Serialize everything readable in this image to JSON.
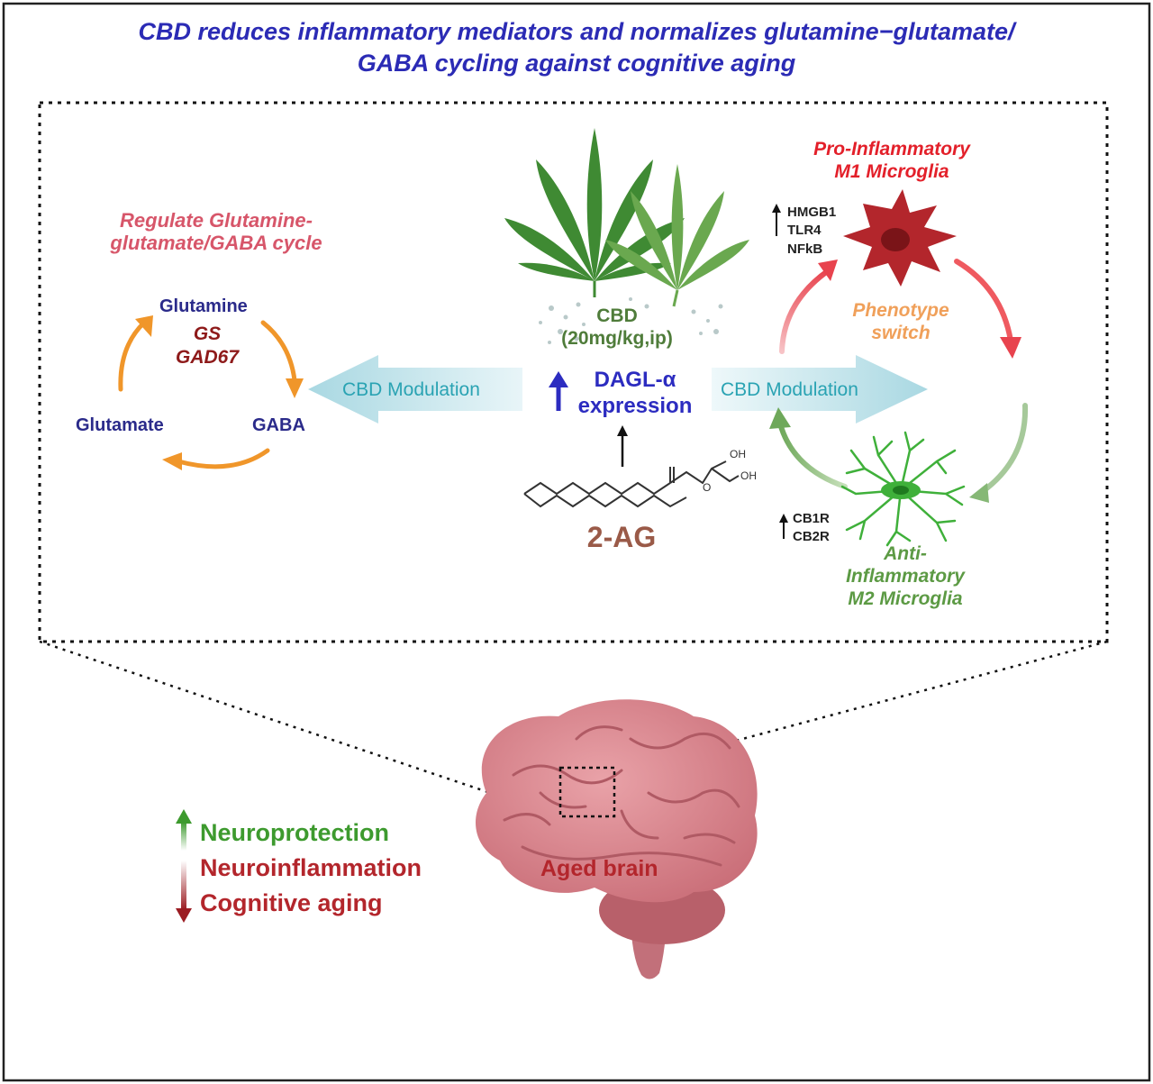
{
  "title": {
    "line1": "CBD reduces inflammatory mediators and normalizes glutamine−glutamate/",
    "line2": "GABA cycling against cognitive aging"
  },
  "cycle": {
    "heading_line1": "Regulate Glutamine-",
    "heading_line2": "glutamate/GABA cycle",
    "glutamine": "Glutamine",
    "gaba": "GABA",
    "glutamate": "Glutamate",
    "enzyme1": "GS",
    "enzyme2": "GAD67"
  },
  "modulation": {
    "left_label": "CBD Modulation",
    "right_label": "CBD Modulation"
  },
  "center": {
    "cbd_line1": "CBD",
    "cbd_line2": "(20mg/kg,ip)",
    "dagl_line1": "DAGL-α",
    "dagl_line2": "expression",
    "molecule_oh1": "OH",
    "molecule_oh2": "OH",
    "molecule_o": "O",
    "ag": "2-AG"
  },
  "microglia": {
    "m1_line1": "Pro-Inflammatory",
    "m1_line2": "M1 Microglia",
    "m1_markers": [
      "HMGB1",
      "TLR4",
      "NFkB"
    ],
    "switch_line1": "Phenotype",
    "switch_line2": "switch",
    "m2_markers": [
      "CB1R",
      "CB2R"
    ],
    "m2_line1": "Anti-",
    "m2_line2": "Inflammatory",
    "m2_line3": "M2 Microglia"
  },
  "outcomes": {
    "up": "Neuroprotection",
    "down1": "Neuroinflammation",
    "down2": "Cognitive aging"
  },
  "brain": {
    "label": "Aged brain"
  },
  "colors": {
    "title": "#2b2bb5",
    "cycle_arrow": "#f0962a",
    "modulation_arrow": "#bfe3ea",
    "m1": "#e3202a",
    "m2": "#5c9a44",
    "brain": "#d9878f"
  }
}
